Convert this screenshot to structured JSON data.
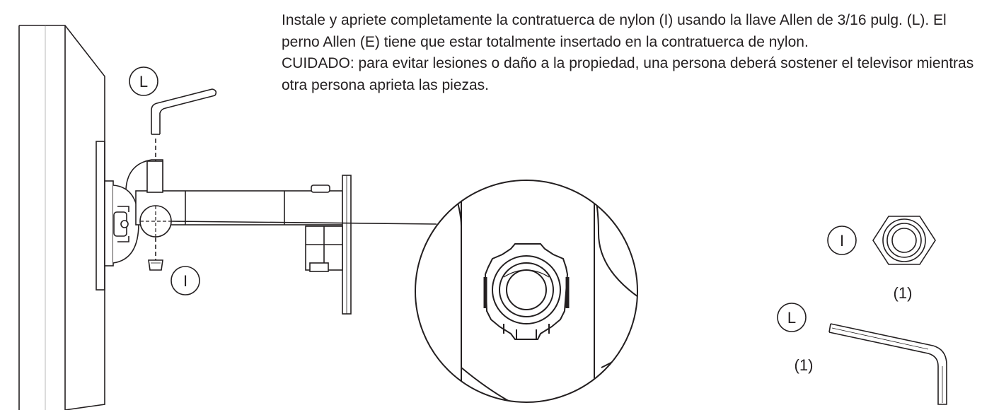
{
  "instructions": {
    "step": "Instale y apriete completamente la contratuerca de nylon (I) usando la llave Allen de 3/16 pulg. (L). El perno Allen (E) tiene que estar totalmente insertado en la contratuerca de nylon.",
    "caution": "CUIDADO: para evitar lesiones o daño a la propiedad, una persona deberá sostener el televisor mientras otra persona aprieta las piezas."
  },
  "callouts": {
    "wrench_letter": "L",
    "nut_letter": "I"
  },
  "parts": {
    "nut": {
      "letter": "I",
      "quantity": "(1)"
    },
    "wrench": {
      "letter": "L",
      "quantity": "(1)"
    }
  }
}
